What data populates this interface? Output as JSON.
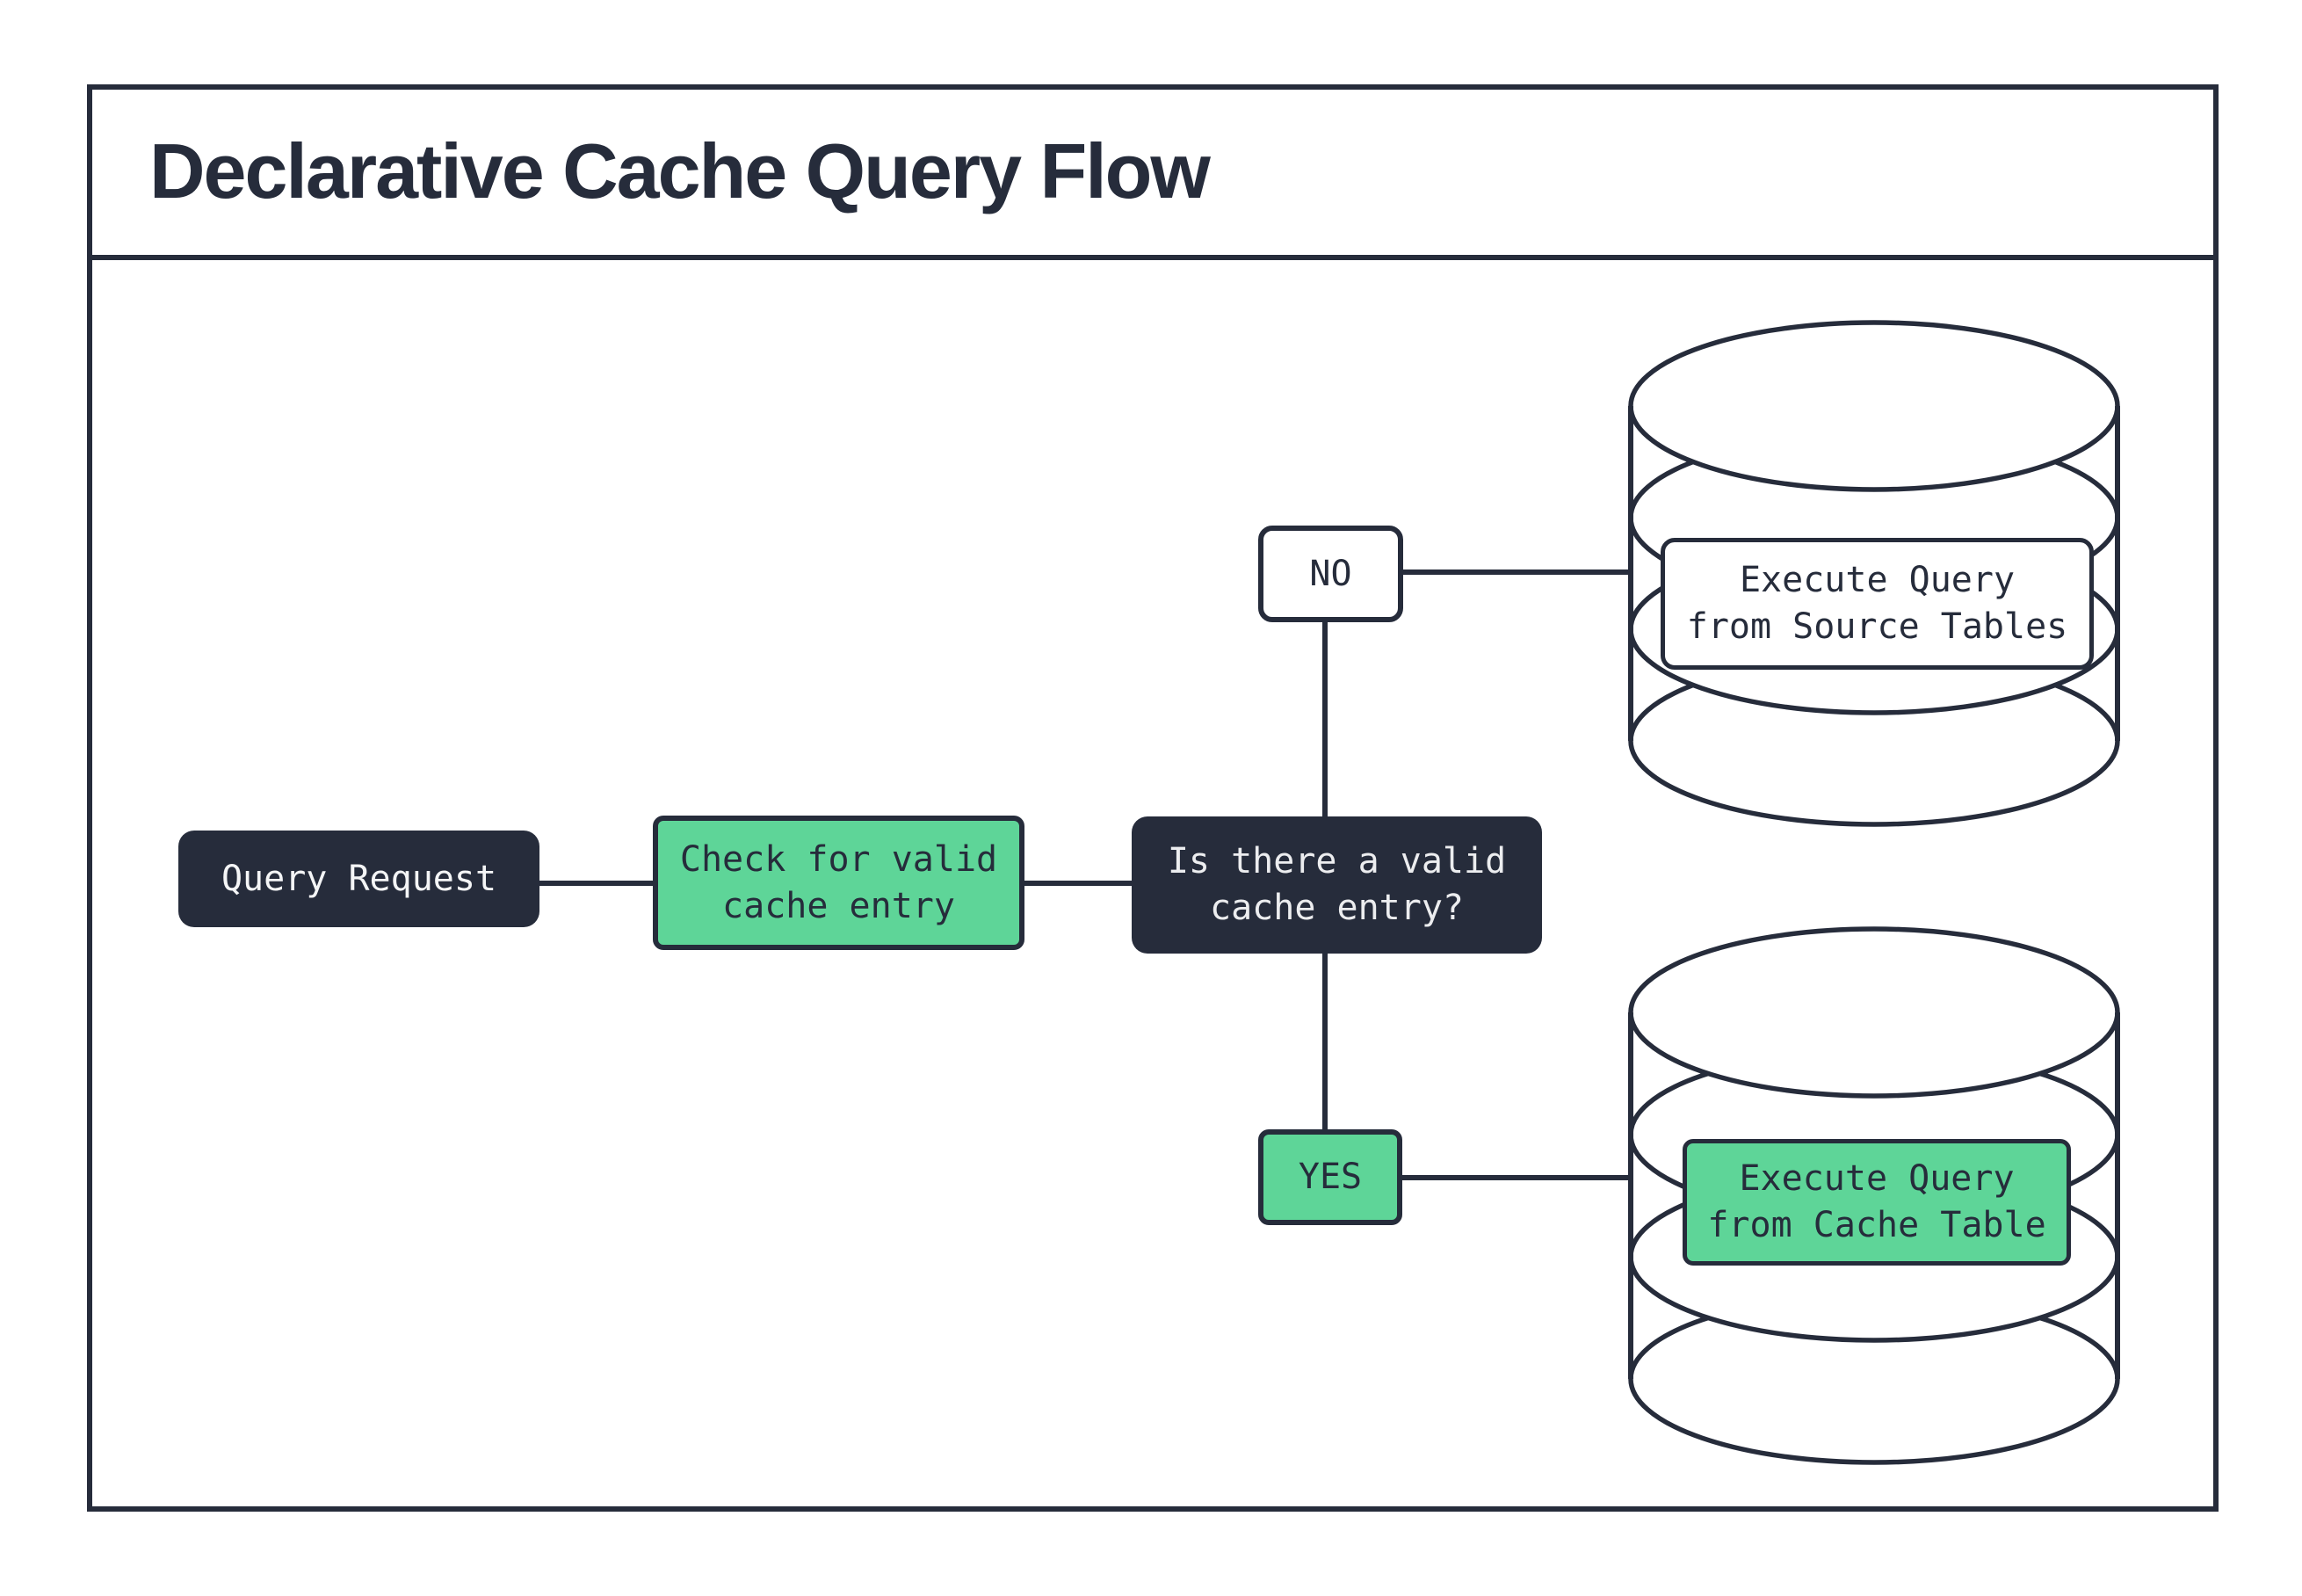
{
  "header": {
    "title": "Declarative Cache Query Flow"
  },
  "flow": {
    "query_request": {
      "label": "Query Request"
    },
    "check_cache": {
      "line1": "Check for valid",
      "line2": "cache entry"
    },
    "decision": {
      "line1": "Is there a valid",
      "line2": "cache entry?"
    },
    "branch_no": {
      "label": "NO"
    },
    "branch_yes": {
      "label": "YES"
    },
    "source_db": {
      "line1": "Execute Query",
      "line2": "from Source Tables"
    },
    "cache_db": {
      "line1": "Execute Query",
      "line2": "from Cache Table"
    }
  },
  "colors": {
    "dark_navy": "#262C3B",
    "mint_green": "#5ED598",
    "light_text": "#ECEDEF",
    "background": "#FFFFFF"
  }
}
